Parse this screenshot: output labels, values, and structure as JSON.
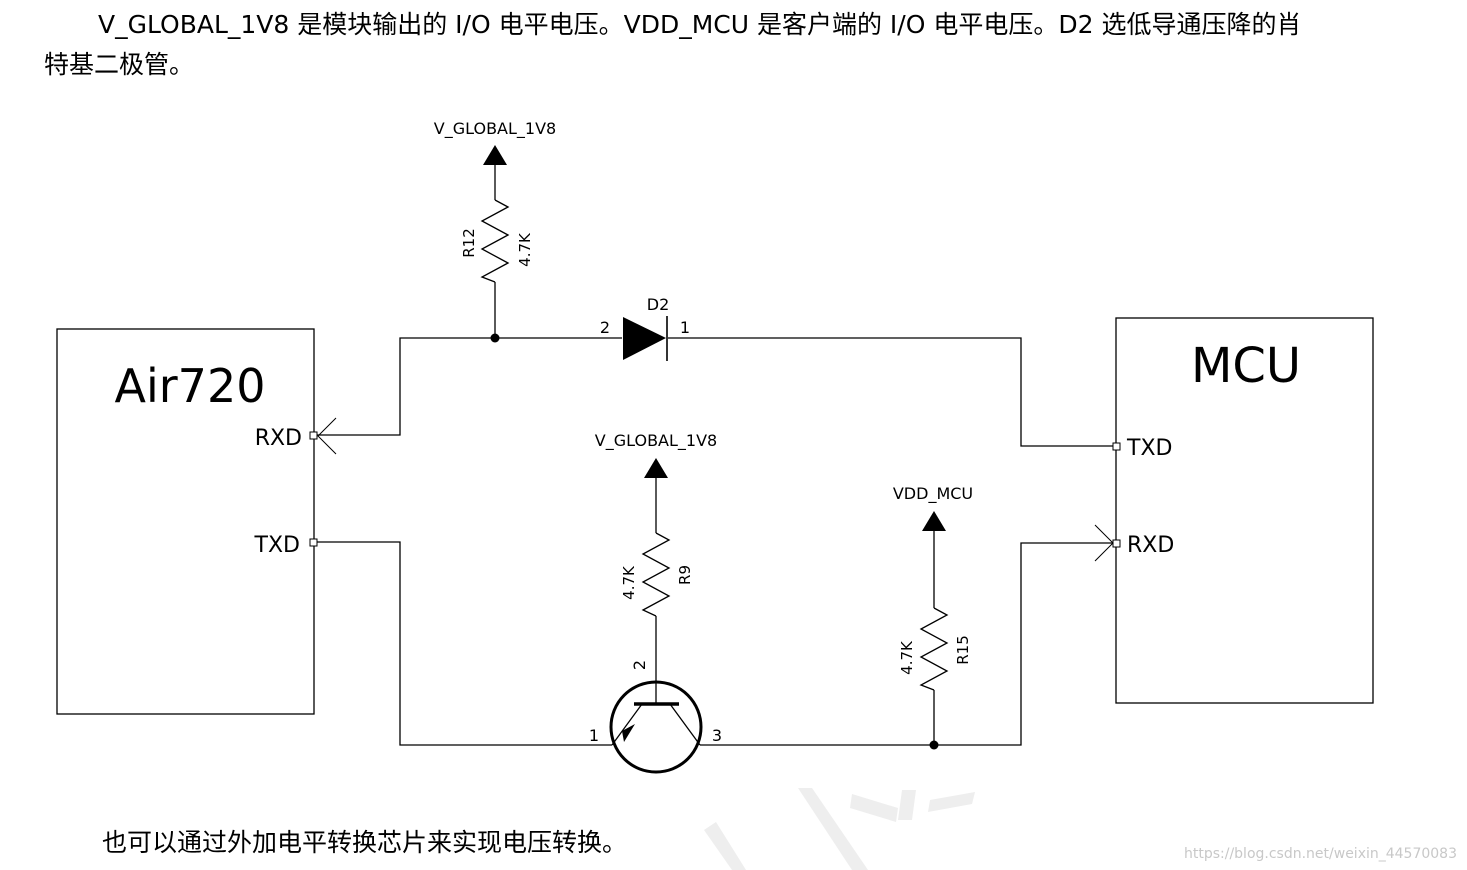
{
  "intro": {
    "line1": "V_GLOBAL_1V8 是模块输出的 I/O 电平电压。VDD_MCU 是客户端的 I/O 电平电压。D2  选低导通压降的肖",
    "line2": "特基二极管。"
  },
  "footer": {
    "text": "也可以通过外加电平转换芯片来实现电压转换。"
  },
  "schematic": {
    "air720": {
      "title": "Air720",
      "pin_rxd": "RXD",
      "pin_txd": "TXD"
    },
    "mcu": {
      "title": "MCU",
      "pin_txd": "TXD",
      "pin_rxd": "RXD"
    },
    "r12": {
      "ref": "R12",
      "value": "4.7K"
    },
    "r9": {
      "ref": "R9",
      "value": "4.7K"
    },
    "r15": {
      "ref": "R15",
      "value": "4.7K"
    },
    "d2": {
      "ref": "D2",
      "pin_anode": "2",
      "pin_cathode": "1"
    },
    "q": {
      "pin_base": "2",
      "pin_emitter": "1",
      "pin_collector": "3"
    },
    "power_top": "V_GLOBAL_1V8",
    "power_mid": "V_GLOBAL_1V8",
    "power_mcu": "VDD_MCU"
  },
  "watermark": "https://blog.csdn.net/weixin_44570083"
}
